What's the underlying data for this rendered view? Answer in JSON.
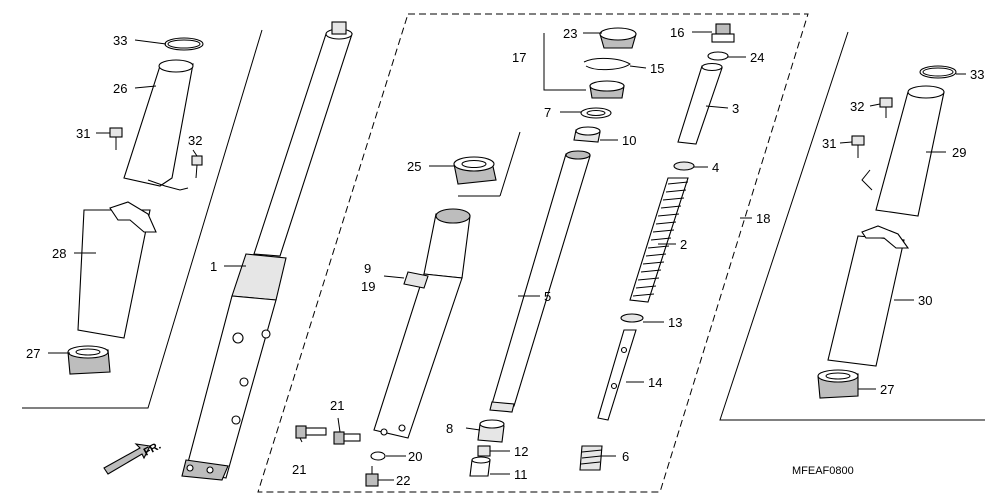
{
  "diagram_code": "MFEAF0800",
  "front_marker": "FR.",
  "callouts": {
    "c1": "1",
    "c2": "2",
    "c3": "3",
    "c4": "4",
    "c5": "5",
    "c6": "6",
    "c7": "7",
    "c8": "8",
    "c9": "9",
    "c10": "10",
    "c11": "11",
    "c12": "12",
    "c13": "13",
    "c14": "14",
    "c15": "15",
    "c16": "16",
    "c17": "17",
    "c18": "18",
    "c19": "19",
    "c20": "20",
    "c21a": "21",
    "c21b": "21",
    "c22": "22",
    "c23": "23",
    "c24": "24",
    "c25": "25",
    "c26": "26",
    "c27a": "27",
    "c27b": "27",
    "c28": "28",
    "c29": "29",
    "c30": "30",
    "c31a": "31",
    "c31b": "31",
    "c32a": "32",
    "c32b": "32",
    "c33a": "33",
    "c33b": "33"
  }
}
